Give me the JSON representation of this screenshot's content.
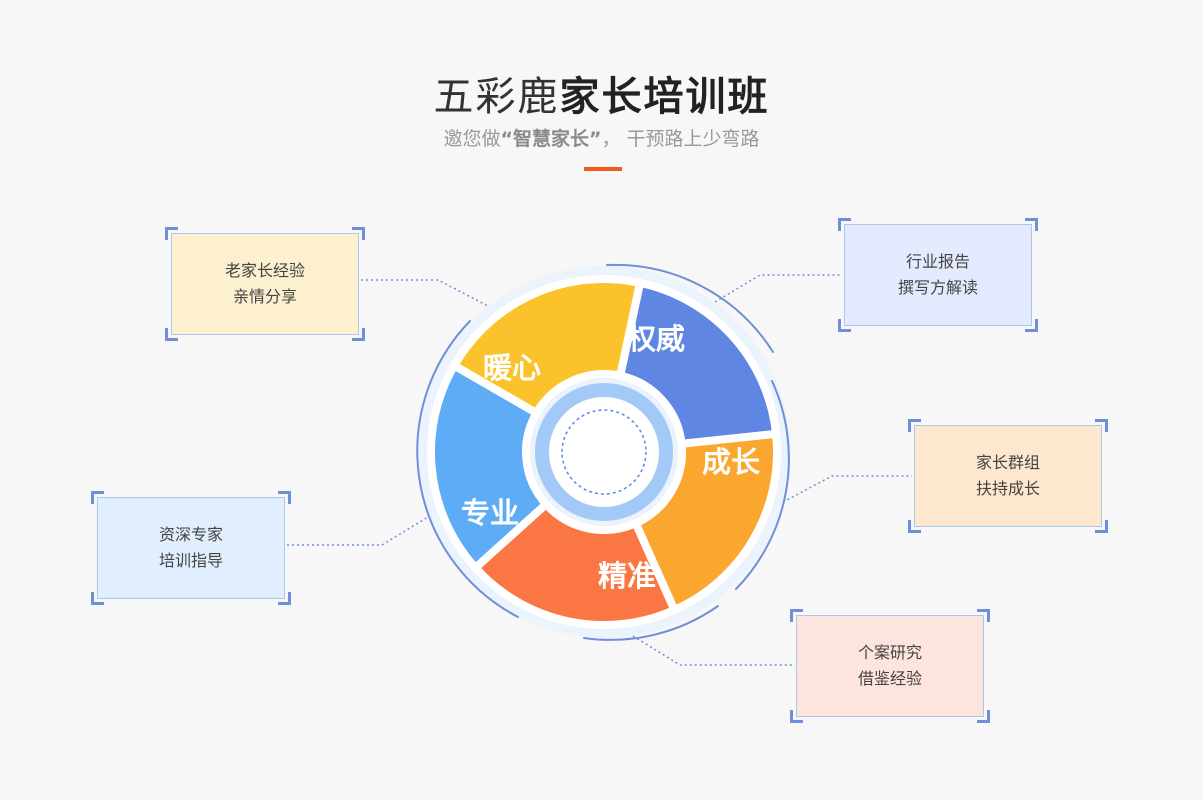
{
  "header": {
    "title_light": "五彩鹿",
    "title_bold": "家长培训班",
    "subtitle_pre": "邀您做",
    "subtitle_emphasis": "“智慧家长”",
    "subtitle_post": "，  干预路上少弯路"
  },
  "segments": [
    {
      "label": "权威",
      "color": "#5f86e3"
    },
    {
      "label": "成长",
      "color": "#fba62f"
    },
    {
      "label": "精准",
      "color": "#fa7743"
    },
    {
      "label": "专业",
      "color": "#5eacf6"
    },
    {
      "label": "暖心",
      "color": "#fcc22b"
    }
  ],
  "boxes": [
    {
      "line1": "老家长经验",
      "line2": "亲情分享",
      "bg": "#fdf0cf"
    },
    {
      "line1": "资深专家",
      "line2": "培训指导",
      "bg": "#e1eefd"
    },
    {
      "line1": "行业报告",
      "line2": "撰写方解读",
      "bg": "#e4eafd"
    },
    {
      "line1": "家长群组",
      "line2": "扶持成长",
      "bg": "#fde8cf"
    },
    {
      "line1": "个案研究",
      "line2": "借鉴经验",
      "bg": "#fde4dc"
    }
  ],
  "colors": {
    "accent": "#f25a1e",
    "ring": "#6f8fd9",
    "connector": "#6f8fd9"
  }
}
